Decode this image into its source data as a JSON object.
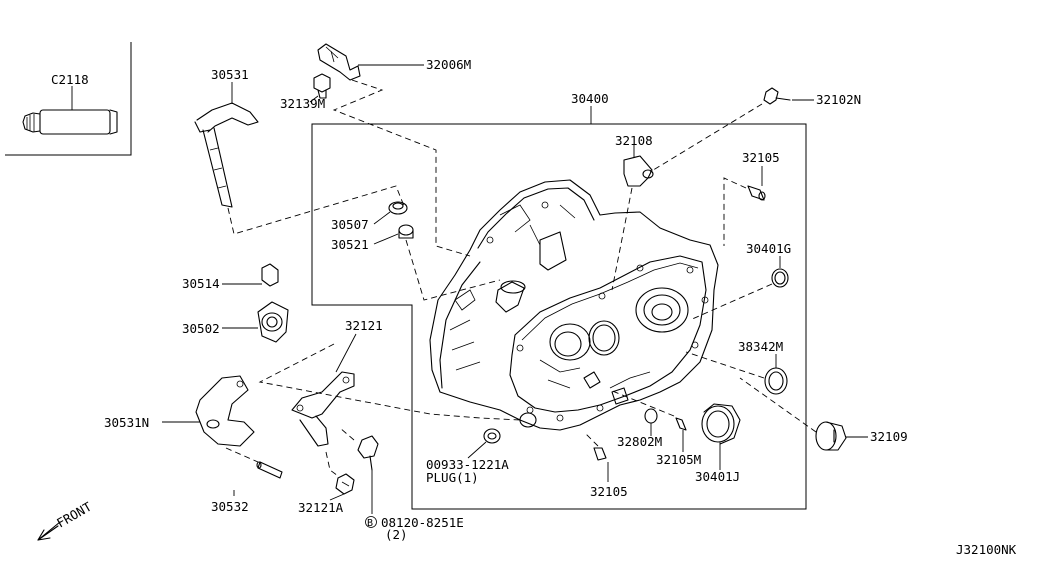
{
  "diagram": {
    "code": "J32100NK",
    "front_label": "FRONT",
    "parts": {
      "c2118": "C2118",
      "p30531": "30531",
      "p32006m": "32006M",
      "p32139m": "32139M",
      "p30400": "30400",
      "p32102n": "32102N",
      "p32108": "32108",
      "p32105_top": "32105",
      "p30507": "30507",
      "p30521": "30521",
      "p30401g": "30401G",
      "p30514": "30514",
      "p30502": "30502",
      "p32121": "32121",
      "p38342m": "38342M",
      "p30531n": "30531N",
      "p32109": "32109",
      "p00933": "00933-1221A",
      "plug": "PLUG(1)",
      "p32802m": "32802M",
      "p32105m": "32105M",
      "p30401j": "30401J",
      "p30532": "30532",
      "p32121a": "32121A",
      "p32105_bottom": "32105",
      "bolt": "08120-8251E",
      "bolt_qty": "(2)",
      "bolt_symbol": "B"
    }
  }
}
